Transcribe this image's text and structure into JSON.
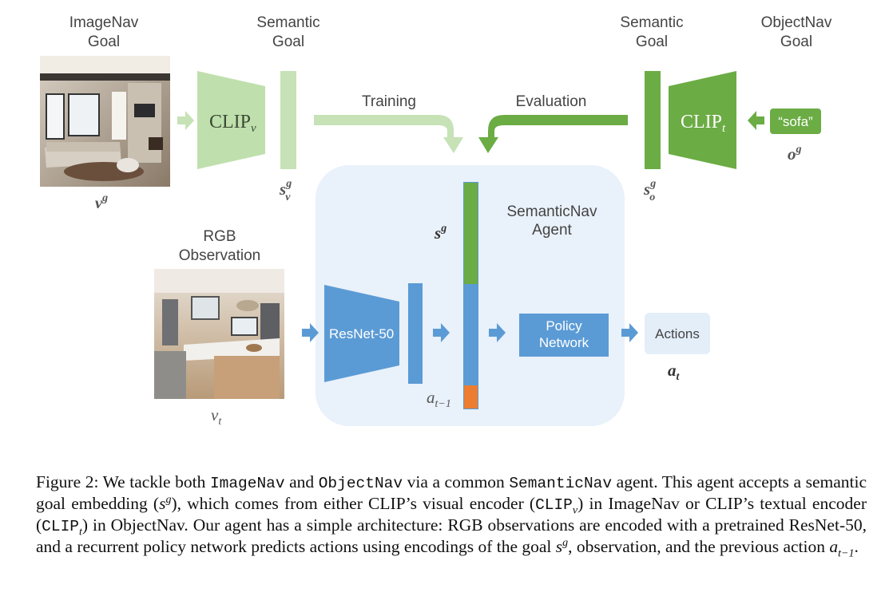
{
  "labels": {
    "imagenav_goal_l1": "ImageNav",
    "imagenav_goal_l2": "Goal",
    "semantic_goal_left_l1": "Semantic",
    "semantic_goal_left_l2": "Goal",
    "semantic_goal_right_l1": "Semantic",
    "semantic_goal_right_l2": "Goal",
    "objectnav_goal_l1": "ObjectNav",
    "objectnav_goal_l2": "Goal",
    "training": "Training",
    "evaluation": "Evaluation",
    "rgb_observation_l1": "RGB",
    "rgb_observation_l2": "Observation",
    "agent_l1": "SemanticNav",
    "agent_l2": "Agent",
    "resnet": "ResNet-50",
    "policy_l1": "Policy",
    "policy_l2": "Network",
    "actions": "Actions",
    "clip_v_main": "CLIP",
    "clip_v_sub": "v",
    "clip_t_main": "CLIP",
    "clip_t_sub": "t",
    "sofa": "“sofa”"
  },
  "math": {
    "vg_main": "v",
    "vg_sup": "g",
    "svg_main": "s",
    "svg_sup": "g",
    "svg_sub": "v",
    "sog_main": "s",
    "sog_sup": "g",
    "sog_sub": "o",
    "og_main": "o",
    "og_sup": "g",
    "sg_main": "s",
    "sg_sup": "g",
    "vt_main": "v",
    "vt_sub": "t",
    "at_main": "a",
    "at_sub": "t",
    "atm1_main": "a",
    "atm1_sub": "t−1"
  },
  "caption": {
    "p1": "Figure 2: We tackle both ",
    "c1": "ImageNav",
    "p2": " and ",
    "c2": "ObjectNav",
    "p3": " via a common ",
    "c3": "SemanticNav",
    "p4": " agent. This agent accepts a semantic goal embedding (",
    "m1": "s",
    "m1sup": "g",
    "p5": "), which comes from either CLIP’s visual encoder (",
    "c4": "CLIP",
    "c4sub": "v",
    "p6": ") in ImageNav or CLIP’s textual encoder (",
    "c5": "CLIP",
    "c5sub": "t",
    "p7": ") in ObjectNav. Our agent has a simple architecture: RGB observations are encoded with a pretrained ResNet-50, and a recurrent policy network predicts actions using encodings of the goal ",
    "m2": "s",
    "m2sup": "g",
    "p8": ", observation, and the previous action ",
    "m3": "a",
    "m3sub": "t−1",
    "p9": "."
  },
  "colors": {
    "light_green": "#c6e2b6",
    "clip_light_green": "#bfe0ad",
    "dark_green": "#6bac44",
    "blue": "#5b9bd5",
    "light_blue_panel": "#e9f1fa",
    "orange": "#ed7d31",
    "text_gray": "#444444",
    "math_gray": "#555555"
  },
  "icons": [
    "arrow-right-icon",
    "arrow-left-icon",
    "curved-arrow-icon",
    "photo-living-room",
    "photo-kitchen"
  ]
}
